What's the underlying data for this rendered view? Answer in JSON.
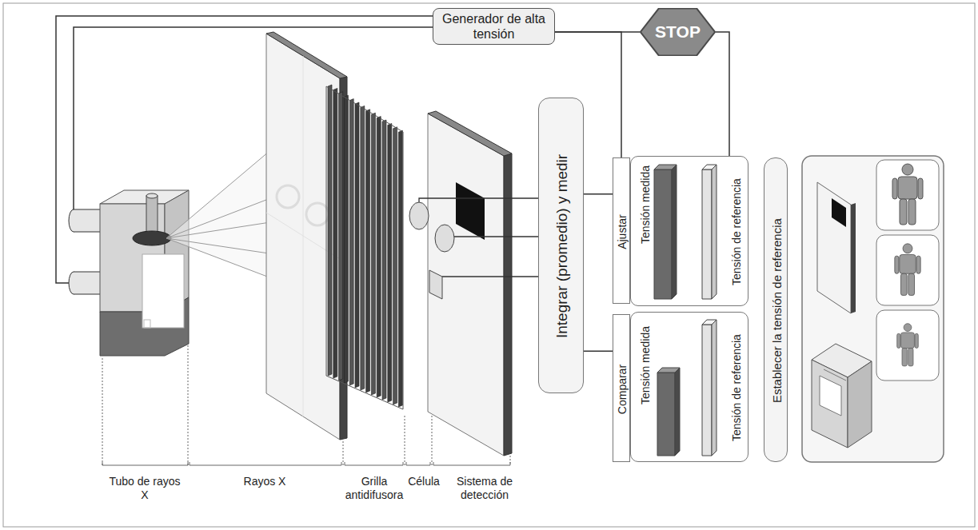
{
  "diagram": {
    "nodes": [
      {
        "text": [
          "Generador de alta tensión"
        ]
      },
      {
        "text": [
          "STOP"
        ]
      },
      {
        "text": [
          "Integrar (promedio) y medir"
        ]
      },
      {
        "text": [
          "Ajustar"
        ]
      },
      {
        "text": [
          "Tensión medida",
          "Tensión de referencia"
        ]
      },
      {
        "text": [
          "Comparar"
        ]
      },
      {
        "text": [
          "Tensión medida",
          "Tensión de referencia"
        ]
      },
      {
        "text": [
          "Establecer la tensión de referencia"
        ]
      }
    ],
    "edges": [
      {
        "from": 0,
        "to": 1,
        "arrow": "none"
      },
      {
        "from": 0,
        "to": 3,
        "arrow": "none"
      },
      {
        "from": 1,
        "to": 4,
        "arrow": "none"
      },
      {
        "from": 2,
        "to": 3,
        "arrow": "none"
      },
      {
        "from": 2,
        "to": 5,
        "arrow": "none"
      }
    ],
    "labels": [
      "Tubo de rayos X",
      "Rayos X",
      "Grilla antidifusora",
      "Célula",
      "Sistema de detección"
    ]
  }
}
